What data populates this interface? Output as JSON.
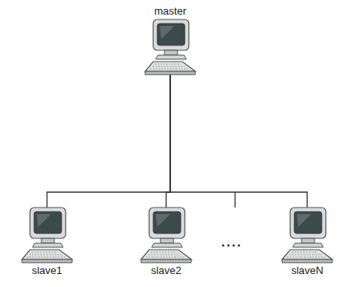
{
  "diagram": {
    "nodes": [
      {
        "text": [
          "master"
        ]
      },
      {
        "text": [
          "slave1"
        ]
      },
      {
        "text": [
          "slave2"
        ]
      },
      {
        "text": [
          "slaveN"
        ]
      }
    ],
    "edges": [
      {
        "from": 0,
        "to": 1,
        "arrow": "none"
      },
      {
        "from": 0,
        "to": 2,
        "arrow": "none"
      },
      {
        "from": 0,
        "to": 3,
        "arrow": "none"
      }
    ],
    "labels": [
      "...."
    ]
  }
}
